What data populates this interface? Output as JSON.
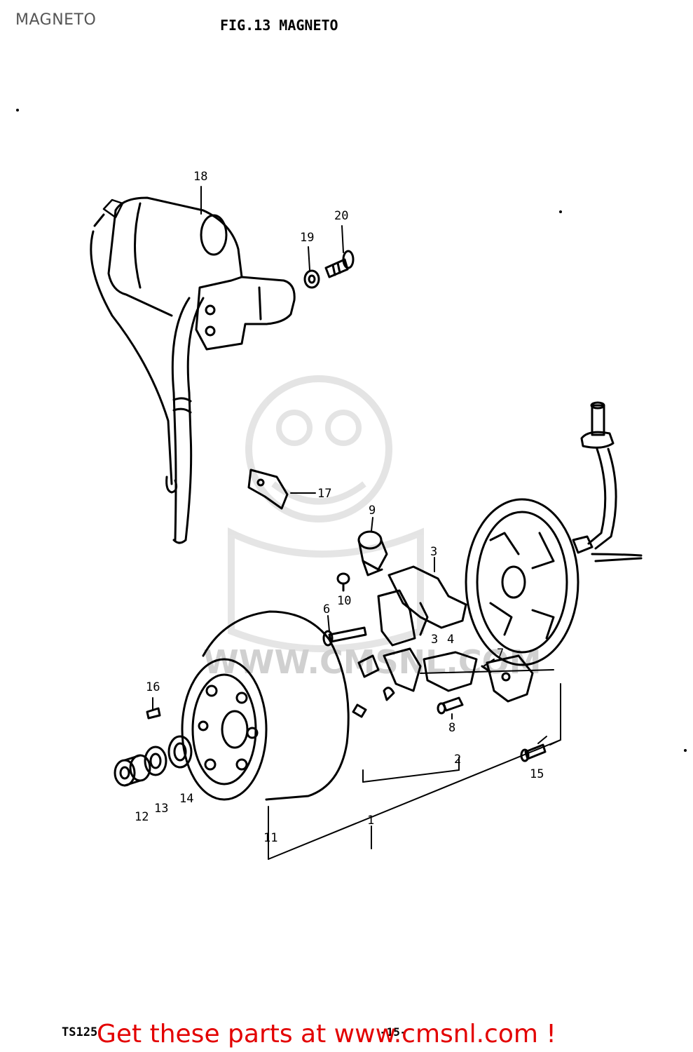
{
  "header": {
    "corner_title": "MAGNETO",
    "figure_title": "FIG.13  MAGNETO"
  },
  "footer": {
    "model_code": "TS125",
    "page_number": "-15-",
    "promo_text": "Get these parts at www.cmsnl.com !",
    "promo_color": "#e30000"
  },
  "watermark": {
    "text": "WWW.CMSNL.COM"
  },
  "callouts": {
    "c1": "1",
    "c2": "2",
    "c3a": "3",
    "c3b": "3",
    "c4": "4",
    "c6": "6",
    "c7": "7",
    "c8": "8",
    "c9": "9",
    "c10": "10",
    "c11": "11",
    "c12": "12",
    "c13": "13",
    "c14": "14",
    "c15": "15",
    "c16": "16",
    "c17": "17",
    "c18": "18",
    "c19": "19",
    "c20": "20"
  }
}
